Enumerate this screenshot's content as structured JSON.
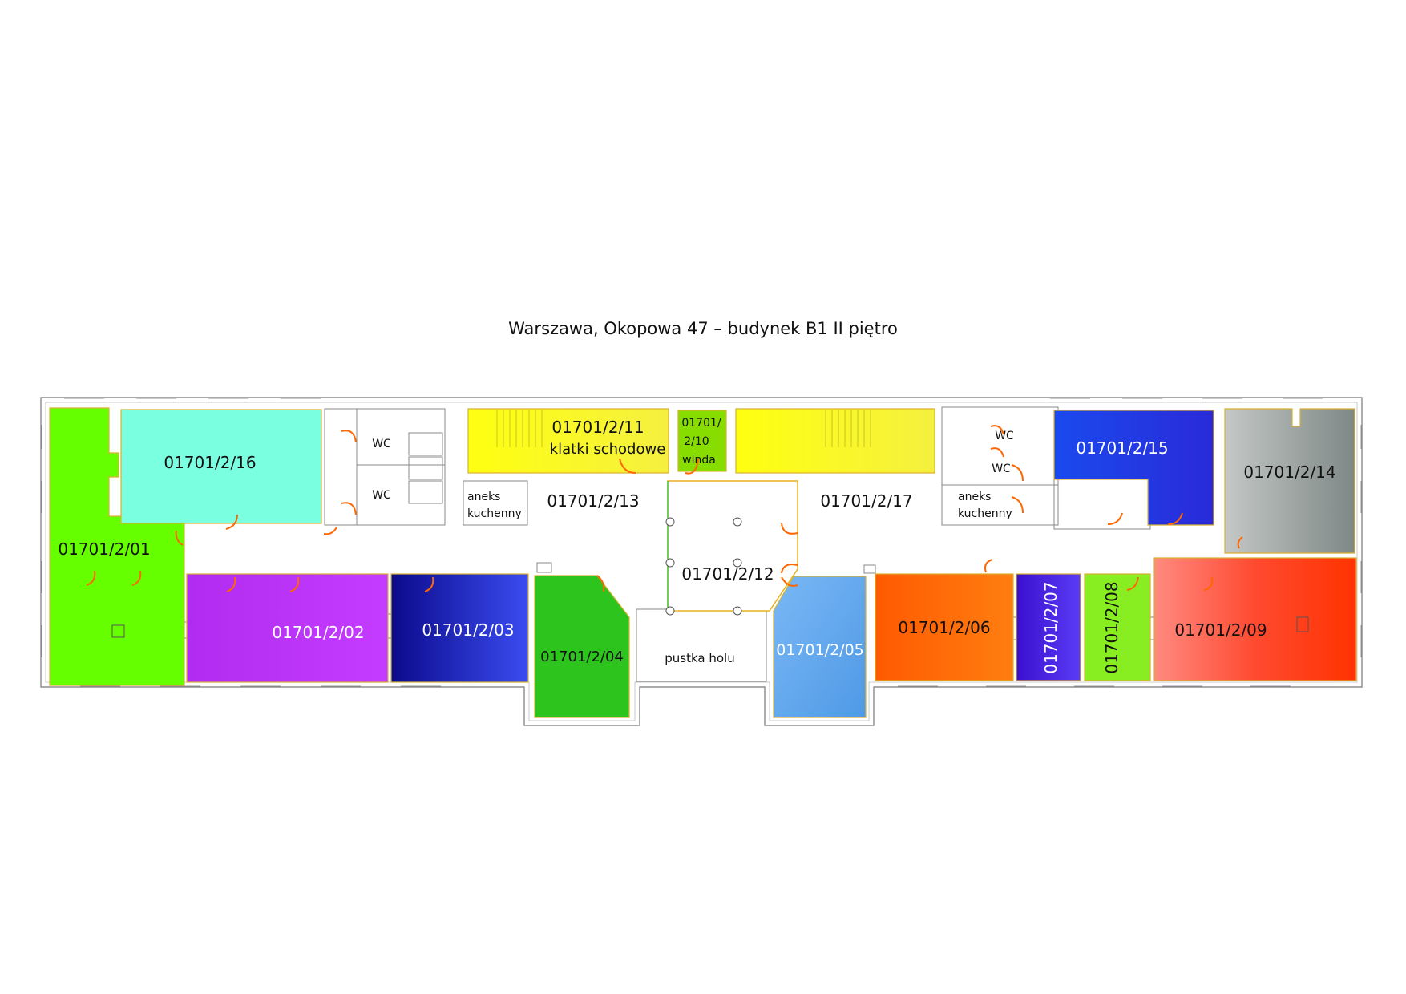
{
  "title": "Warszawa, Okopowa 47 – budynek B1 II piętro",
  "rooms": {
    "r01": "01701/2/01",
    "r02": "01701/2/02",
    "r03": "01701/2/03",
    "r04": "01701/2/04",
    "r05": "01701/2/05",
    "r06": "01701/2/06",
    "r07": "01701/2/07",
    "r08": "01701/2/08",
    "r09": "01701/2/09",
    "r10a": "01701/",
    "r10b": "2/10",
    "r10c": "winda",
    "r11": "01701/2/11",
    "r11b": "klatki schodowe",
    "r12": "01701/2/12",
    "r13": "01701/2/13",
    "r14": "01701/2/14",
    "r15": "01701/2/15",
    "r16": "01701/2/16",
    "r17": "01701/2/17"
  },
  "labels": {
    "wc": "WC",
    "aneks1": "aneks",
    "aneks2": "kuchenny",
    "pustka": "pustka holu"
  },
  "colors": {
    "r01": "#66ff00",
    "r02": "#b833ff",
    "r03": "#1a10cc",
    "r04": "#2ec41e",
    "r05": "#5aa6f0",
    "r06": "#ff6a00",
    "r07": "#4a1fe6",
    "r08": "#88ee22",
    "r09": "#ff4422",
    "r10": "#88dd00",
    "r11": "#ffff22",
    "r14": "#a8b0ac",
    "r15": "#1a3ae8",
    "r16": "#7affe0",
    "door": "#ff6600"
  }
}
